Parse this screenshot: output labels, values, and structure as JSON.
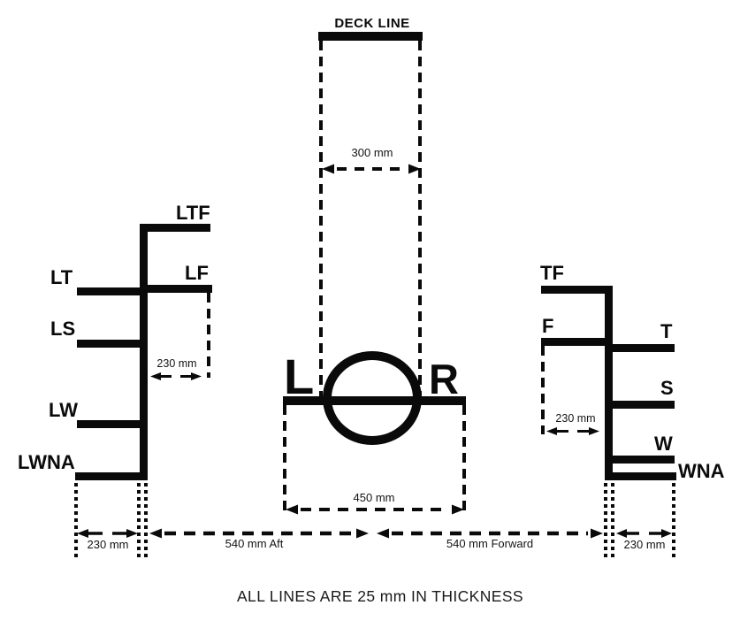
{
  "note": "ALL LINES ARE 25 mm IN THICKNESS",
  "deck": {
    "label": "DECK LINE",
    "width_dim": "300 mm"
  },
  "ring": {
    "letter_left": "L",
    "letter_right": "R",
    "waterline_dim": "450 mm"
  },
  "timber_comb": {
    "ltf": "LTF",
    "lt": "LT",
    "lf": "LF",
    "ls": "LS",
    "lw": "LW",
    "lwna": "LWNA",
    "offset_dim": "230 mm"
  },
  "standard_comb": {
    "tf": "TF",
    "f": "F",
    "t": "T",
    "s": "S",
    "w": "W",
    "wna": "WNA",
    "offset_dim": "230 mm"
  },
  "bottom_dims": {
    "left_offset": "230 mm",
    "aft": "540 mm Aft",
    "forward": "540 mm Forward",
    "right_offset": "230 mm"
  },
  "colors": {
    "ink": "#0a0a0a",
    "background": "#ffffff"
  }
}
